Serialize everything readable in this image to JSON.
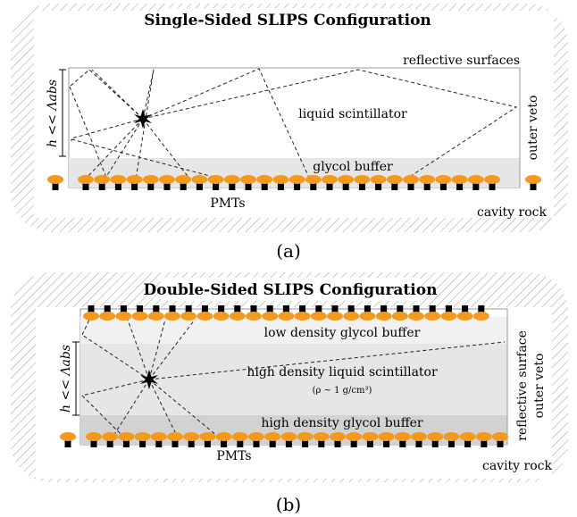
{
  "panel_a": {
    "title": "Single-Sided SLIPS Configuration",
    "labels": {
      "reflective": "reflective surfaces",
      "scintillator": "liquid scintillator",
      "buffer": "glycol buffer",
      "pmts": "PMTs",
      "rock": "cavity rock",
      "veto": "outer veto",
      "height": "h << Λabs"
    },
    "caption": "(a)"
  },
  "panel_b": {
    "title": "Double-Sided SLIPS Configuration",
    "labels": {
      "low_buffer": "low density glycol buffer",
      "scintillator": "high density liquid scintillator",
      "density_note": "(ρ ~ 1 g/cm³)",
      "high_buffer": "high density glycol buffer",
      "pmts": "PMTs",
      "rock": "cavity rock",
      "veto": "outer veto",
      "reflective": "reflective surface",
      "height": "h << Λabs"
    },
    "caption": "(b)"
  },
  "colors": {
    "pmt": "#F39A1E",
    "pmt_base": "#000000",
    "buffer": "#E6E6E6",
    "buffer_dark": "#D2D2D2",
    "hatch": "#9A9A9A"
  }
}
